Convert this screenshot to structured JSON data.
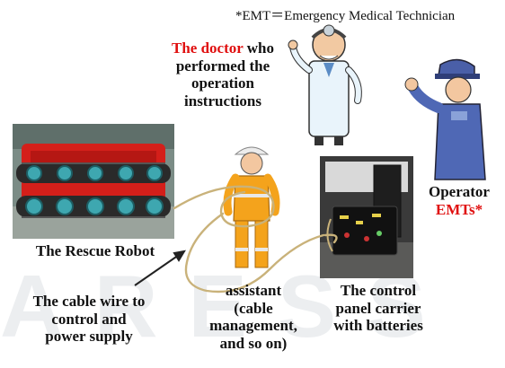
{
  "note": "*EMT＝Emergency Medical Technician",
  "doctor": {
    "highlight": "The doctor",
    "rest": " who",
    "line2": "performed the",
    "line3": "operation",
    "line4": "instructions"
  },
  "operator": {
    "line1": "Operator",
    "line2": "EMTs*"
  },
  "robot": {
    "label": "The Rescue Robot"
  },
  "cable": {
    "line1": "The cable wire to",
    "line2": "control and",
    "line3": "power supply"
  },
  "assistant": {
    "line1": "assistant",
    "line2": "(cable",
    "line3": "management,",
    "line4": "and so on)"
  },
  "panel": {
    "line1": "The control",
    "line2": "panel carrier",
    "line3": "with batteries"
  },
  "colors": {
    "highlight": "#e01010",
    "cable": "#c9b27a",
    "robot_red": "#d41f1a",
    "track": "#2a2a2a"
  },
  "icons": [
    "doctor-figure",
    "operator-figure",
    "assistant-figure",
    "rescue-robot-photo",
    "control-panel-photo",
    "cable-wire",
    "pointer-arrow"
  ]
}
